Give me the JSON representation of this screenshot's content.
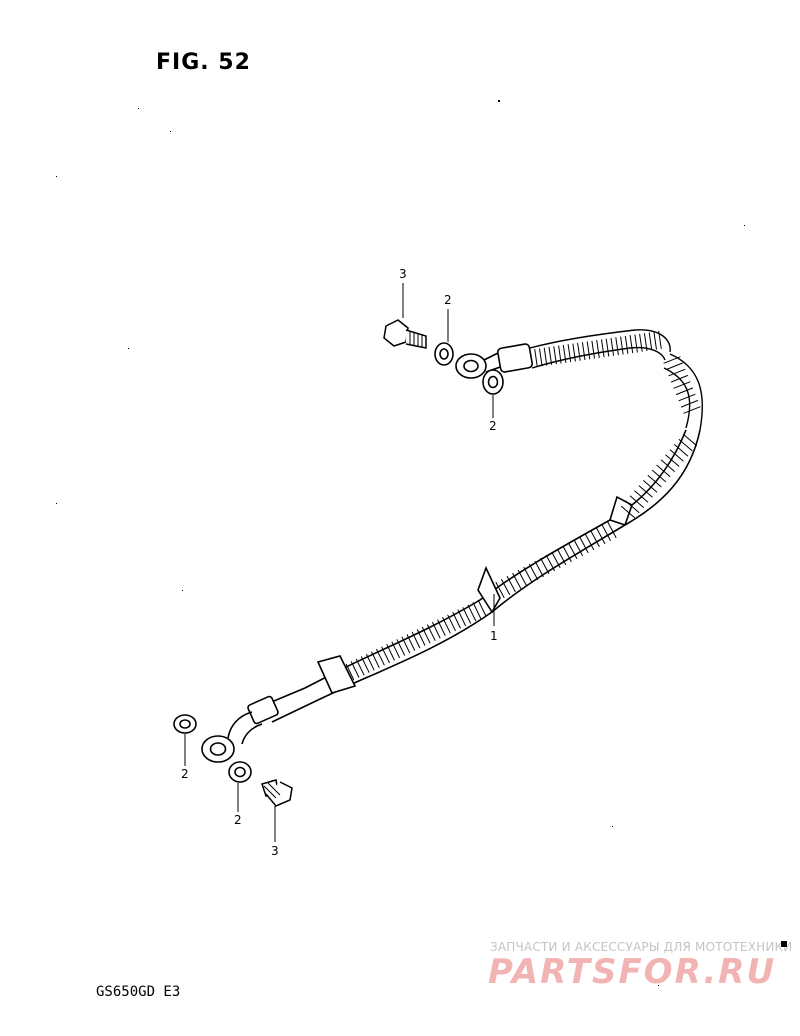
{
  "figure": {
    "title": "FIG. 52",
    "model_code": "GS650GD E3"
  },
  "callouts": [
    {
      "id": "c-3-top",
      "text": "3"
    },
    {
      "id": "c-2-top",
      "text": "2"
    },
    {
      "id": "c-2-right",
      "text": "2"
    },
    {
      "id": "c-1",
      "text": "1"
    },
    {
      "id": "c-2-left",
      "text": "2"
    },
    {
      "id": "c-2-bottom",
      "text": "2"
    },
    {
      "id": "c-3-bottom",
      "text": "3"
    }
  ],
  "watermark": {
    "tagline": "ЗАПЧАСТИ И АКСЕССУАРЫ ДЛЯ МОТОТЕХНИКИ",
    "logo": "PARTSFOR.RU"
  }
}
